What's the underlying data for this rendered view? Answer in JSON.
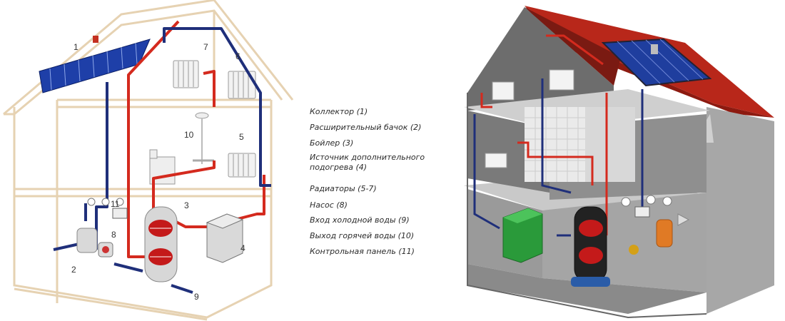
{
  "legend": [
    {
      "text": "Коллектор (1)"
    },
    {
      "text": "Расширительный бачок (2)"
    },
    {
      "text": "Бойлер (3)"
    },
    {
      "text": "Источник дополнительного",
      "text2": "подогрева (4)"
    },
    {
      "text": "Радиаторы (5-7)"
    },
    {
      "text": "Насос (8)"
    },
    {
      "text": "Вход холодной воды (9)"
    },
    {
      "text": "Выход горячей воды (10)"
    },
    {
      "text": "Контрольная панель (11)"
    }
  ],
  "numbers": {
    "n1": "1",
    "n2": "2",
    "n3": "3",
    "n4": "4",
    "n5": "5",
    "n6": "6",
    "n7": "7",
    "n8": "8",
    "n9": "9",
    "n10": "10",
    "n11": "11"
  },
  "colors": {
    "hot_pipe": "#d42a1e",
    "cold_pipe": "#1f2f7a",
    "wall_outline": "#e8d5b8",
    "roof": "#b8271a",
    "boiler_green": "#2a9a3a",
    "tank_orange": "#e07a25",
    "collector_blue": "#1e3fa8"
  }
}
